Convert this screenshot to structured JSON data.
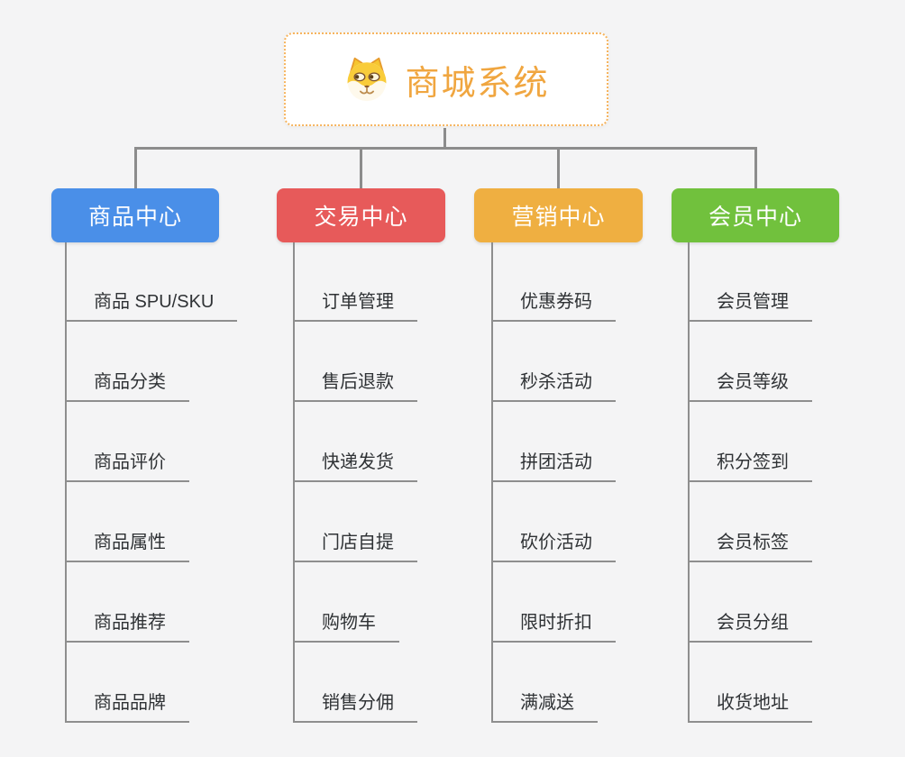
{
  "root": {
    "title": "商城系统",
    "icon": "doge-icon"
  },
  "theme": {
    "background": "#f4f4f5",
    "root_border": "#f6b45e",
    "root_text": "#f0a640",
    "connector": "#8c8c8c",
    "item_line": "#8e8e8e",
    "item_text": "#2f3235"
  },
  "branches": [
    {
      "id": "product-center",
      "label": "商品中心",
      "color": "#4a8fe8",
      "items": [
        "商品 SPU/SKU",
        "商品分类",
        "商品评价",
        "商品属性",
        "商品推荐",
        "商品品牌"
      ]
    },
    {
      "id": "trade-center",
      "label": "交易中心",
      "color": "#e75a5a",
      "items": [
        "订单管理",
        "售后退款",
        "快递发货",
        "门店自提",
        "购物车",
        "销售分佣"
      ]
    },
    {
      "id": "marketing-center",
      "label": "营销中心",
      "color": "#efaf41",
      "items": [
        "优惠券码",
        "秒杀活动",
        "拼团活动",
        "砍价活动",
        "限时折扣",
        "满减送"
      ]
    },
    {
      "id": "member-center",
      "label": "会员中心",
      "color": "#71c13d",
      "items": [
        "会员管理",
        "会员等级",
        "积分签到",
        "会员标签",
        "会员分组",
        "收货地址"
      ]
    }
  ]
}
